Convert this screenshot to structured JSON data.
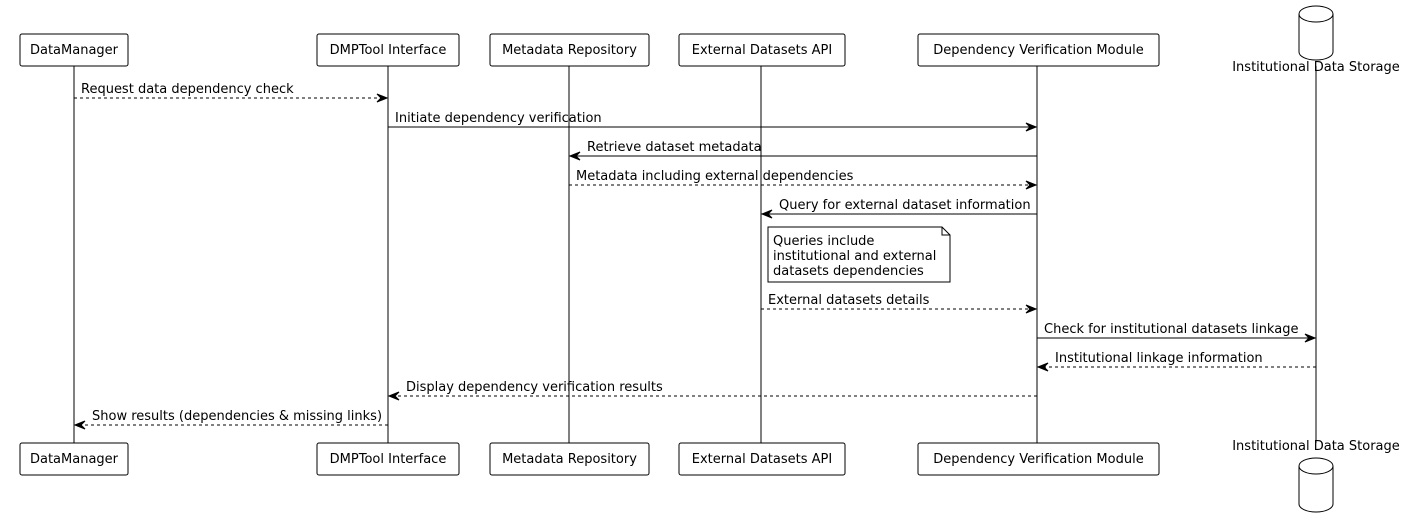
{
  "participants": [
    {
      "id": "p0",
      "label": "DataManager",
      "kind": "participant"
    },
    {
      "id": "p1",
      "label": "DMPTool Interface",
      "kind": "participant"
    },
    {
      "id": "p2",
      "label": "Metadata Repository",
      "kind": "participant"
    },
    {
      "id": "p3",
      "label": "External Datasets API",
      "kind": "participant"
    },
    {
      "id": "p4",
      "label": "Dependency Verification Module",
      "kind": "participant"
    },
    {
      "id": "p5",
      "label": "Institutional Data Storage",
      "kind": "database"
    }
  ],
  "messages": [
    {
      "from": "p0",
      "to": "p1",
      "label": "Request data dependency check",
      "style": "dashed"
    },
    {
      "from": "p1",
      "to": "p4",
      "label": "Initiate dependency verification",
      "style": "solid"
    },
    {
      "from": "p4",
      "to": "p2",
      "label": "Retrieve dataset metadata",
      "style": "solid"
    },
    {
      "from": "p2",
      "to": "p4",
      "label": "Metadata including external dependencies",
      "style": "dashed"
    },
    {
      "from": "p4",
      "to": "p3",
      "label": "Query for external dataset information",
      "style": "solid"
    },
    {
      "from": "p3",
      "to": "p4",
      "label": "External datasets details",
      "style": "dashed"
    },
    {
      "from": "p4",
      "to": "p5",
      "label": "Check for institutional datasets linkage",
      "style": "solid"
    },
    {
      "from": "p5",
      "to": "p4",
      "label": "Institutional linkage information",
      "style": "dashed"
    },
    {
      "from": "p4",
      "to": "p1",
      "label": "Display dependency verification results",
      "style": "dashed"
    },
    {
      "from": "p1",
      "to": "p0",
      "label": "Show results (dependencies & missing links)",
      "style": "dashed"
    }
  ],
  "note": {
    "attached_to": "p3",
    "lines": [
      "Queries include",
      "institutional and external",
      "datasets dependencies"
    ]
  }
}
